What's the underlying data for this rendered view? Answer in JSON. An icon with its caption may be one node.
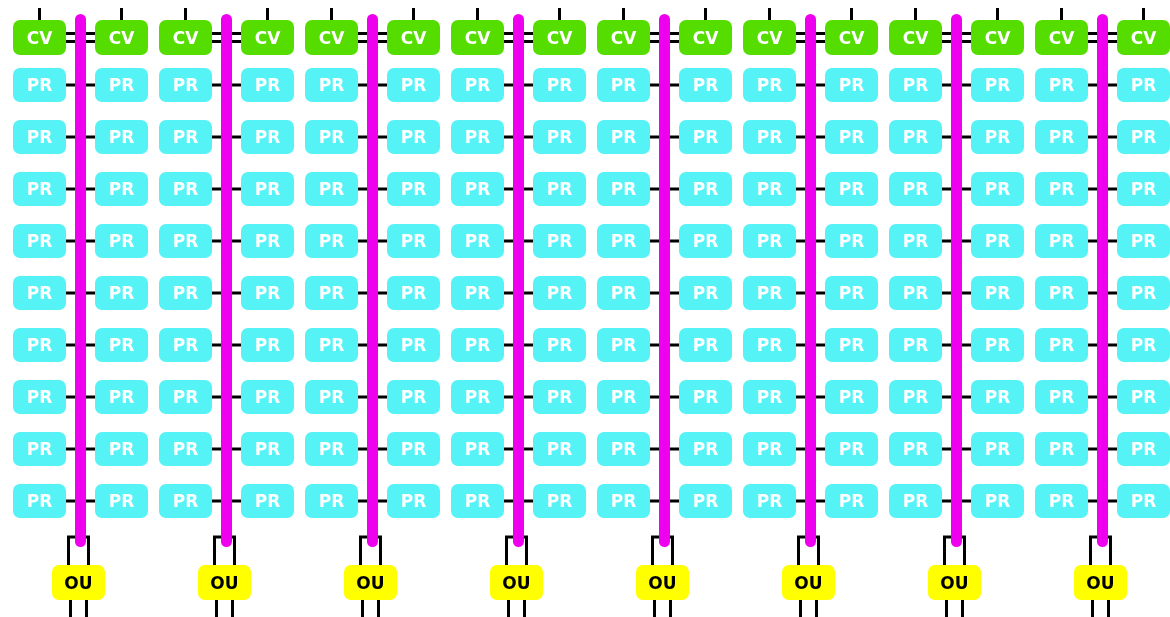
{
  "diagram": {
    "nodes": [
      {
        "text": [
          "CV"
        ]
      },
      {
        "text": [
          "CV"
        ]
      },
      {
        "text": [],
        "shape": "bar"
      },
      {
        "text": [
          "PR"
        ]
      },
      {
        "text": [
          "PR"
        ]
      },
      {
        "text": [
          "PR"
        ]
      },
      {
        "text": [
          "PR"
        ]
      },
      {
        "text": [
          "PR"
        ]
      },
      {
        "text": [
          "PR"
        ]
      },
      {
        "text": [
          "PR"
        ]
      },
      {
        "text": [
          "PR"
        ]
      },
      {
        "text": [
          "PR"
        ]
      },
      {
        "text": [
          "PR"
        ]
      },
      {
        "text": [
          "PR"
        ]
      },
      {
        "text": [
          "PR"
        ]
      },
      {
        "text": [
          "PR"
        ]
      },
      {
        "text": [
          "PR"
        ]
      },
      {
        "text": [
          "PR"
        ]
      },
      {
        "text": [
          "PR"
        ]
      },
      {
        "text": [
          "PR"
        ]
      },
      {
        "text": [
          "PR"
        ]
      },
      {
        "text": [
          "OU"
        ]
      },
      {
        "text": [
          "CV"
        ]
      },
      {
        "text": [
          "CV"
        ]
      },
      {
        "text": [],
        "shape": "bar"
      },
      {
        "text": [
          "PR"
        ]
      },
      {
        "text": [
          "PR"
        ]
      },
      {
        "text": [
          "PR"
        ]
      },
      {
        "text": [
          "PR"
        ]
      },
      {
        "text": [
          "PR"
        ]
      },
      {
        "text": [
          "PR"
        ]
      },
      {
        "text": [
          "PR"
        ]
      },
      {
        "text": [
          "PR"
        ]
      },
      {
        "text": [
          "PR"
        ]
      },
      {
        "text": [
          "PR"
        ]
      },
      {
        "text": [
          "PR"
        ]
      },
      {
        "text": [
          "PR"
        ]
      },
      {
        "text": [
          "PR"
        ]
      },
      {
        "text": [
          "PR"
        ]
      },
      {
        "text": [
          "PR"
        ]
      },
      {
        "text": [
          "PR"
        ]
      },
      {
        "text": [
          "PR"
        ]
      },
      {
        "text": [
          "PR"
        ]
      },
      {
        "text": [
          "OU"
        ]
      },
      {
        "text": [
          "CV"
        ]
      },
      {
        "text": [
          "CV"
        ]
      },
      {
        "text": [],
        "shape": "bar"
      },
      {
        "text": [
          "PR"
        ]
      },
      {
        "text": [
          "PR"
        ]
      },
      {
        "text": [
          "PR"
        ]
      },
      {
        "text": [
          "PR"
        ]
      },
      {
        "text": [
          "PR"
        ]
      },
      {
        "text": [
          "PR"
        ]
      },
      {
        "text": [
          "PR"
        ]
      },
      {
        "text": [
          "PR"
        ]
      },
      {
        "text": [
          "PR"
        ]
      },
      {
        "text": [
          "PR"
        ]
      },
      {
        "text": [
          "PR"
        ]
      },
      {
        "text": [
          "PR"
        ]
      },
      {
        "text": [
          "PR"
        ]
      },
      {
        "text": [
          "PR"
        ]
      },
      {
        "text": [
          "PR"
        ]
      },
      {
        "text": [
          "PR"
        ]
      },
      {
        "text": [
          "PR"
        ]
      },
      {
        "text": [
          "PR"
        ]
      },
      {
        "text": [
          "OU"
        ]
      },
      {
        "text": [
          "CV"
        ]
      },
      {
        "text": [
          "CV"
        ]
      },
      {
        "text": [],
        "shape": "bar"
      },
      {
        "text": [
          "PR"
        ]
      },
      {
        "text": [
          "PR"
        ]
      },
      {
        "text": [
          "PR"
        ]
      },
      {
        "text": [
          "PR"
        ]
      },
      {
        "text": [
          "PR"
        ]
      },
      {
        "text": [
          "PR"
        ]
      },
      {
        "text": [
          "PR"
        ]
      },
      {
        "text": [
          "PR"
        ]
      },
      {
        "text": [
          "PR"
        ]
      },
      {
        "text": [
          "PR"
        ]
      },
      {
        "text": [
          "PR"
        ]
      },
      {
        "text": [
          "PR"
        ]
      },
      {
        "text": [
          "PR"
        ]
      },
      {
        "text": [
          "PR"
        ]
      },
      {
        "text": [
          "PR"
        ]
      },
      {
        "text": [
          "PR"
        ]
      },
      {
        "text": [
          "PR"
        ]
      },
      {
        "text": [
          "PR"
        ]
      },
      {
        "text": [
          "OU"
        ]
      },
      {
        "text": [
          "CV"
        ]
      },
      {
        "text": [
          "CV"
        ]
      },
      {
        "text": [],
        "shape": "bar"
      },
      {
        "text": [
          "PR"
        ]
      },
      {
        "text": [
          "PR"
        ]
      },
      {
        "text": [
          "PR"
        ]
      },
      {
        "text": [
          "PR"
        ]
      },
      {
        "text": [
          "PR"
        ]
      },
      {
        "text": [
          "PR"
        ]
      },
      {
        "text": [
          "PR"
        ]
      },
      {
        "text": [
          "PR"
        ]
      },
      {
        "text": [
          "PR"
        ]
      },
      {
        "text": [
          "PR"
        ]
      },
      {
        "text": [
          "PR"
        ]
      },
      {
        "text": [
          "PR"
        ]
      },
      {
        "text": [
          "PR"
        ]
      },
      {
        "text": [
          "PR"
        ]
      },
      {
        "text": [
          "PR"
        ]
      },
      {
        "text": [
          "PR"
        ]
      },
      {
        "text": [
          "PR"
        ]
      },
      {
        "text": [
          "PR"
        ]
      },
      {
        "text": [
          "OU"
        ]
      },
      {
        "text": [
          "CV"
        ]
      },
      {
        "text": [
          "CV"
        ]
      },
      {
        "text": [],
        "shape": "bar"
      },
      {
        "text": [
          "PR"
        ]
      },
      {
        "text": [
          "PR"
        ]
      },
      {
        "text": [
          "PR"
        ]
      },
      {
        "text": [
          "PR"
        ]
      },
      {
        "text": [
          "PR"
        ]
      },
      {
        "text": [
          "PR"
        ]
      },
      {
        "text": [
          "PR"
        ]
      },
      {
        "text": [
          "PR"
        ]
      },
      {
        "text": [
          "PR"
        ]
      },
      {
        "text": [
          "PR"
        ]
      },
      {
        "text": [
          "PR"
        ]
      },
      {
        "text": [
          "PR"
        ]
      },
      {
        "text": [
          "PR"
        ]
      },
      {
        "text": [
          "PR"
        ]
      },
      {
        "text": [
          "PR"
        ]
      },
      {
        "text": [
          "PR"
        ]
      },
      {
        "text": [
          "PR"
        ]
      },
      {
        "text": [
          "PR"
        ]
      },
      {
        "text": [
          "OU"
        ]
      },
      {
        "text": [
          "CV"
        ]
      },
      {
        "text": [
          "CV"
        ]
      },
      {
        "text": [],
        "shape": "bar"
      },
      {
        "text": [
          "PR"
        ]
      },
      {
        "text": [
          "PR"
        ]
      },
      {
        "text": [
          "PR"
        ]
      },
      {
        "text": [
          "PR"
        ]
      },
      {
        "text": [
          "PR"
        ]
      },
      {
        "text": [
          "PR"
        ]
      },
      {
        "text": [
          "PR"
        ]
      },
      {
        "text": [
          "PR"
        ]
      },
      {
        "text": [
          "PR"
        ]
      },
      {
        "text": [
          "PR"
        ]
      },
      {
        "text": [
          "PR"
        ]
      },
      {
        "text": [
          "PR"
        ]
      },
      {
        "text": [
          "PR"
        ]
      },
      {
        "text": [
          "PR"
        ]
      },
      {
        "text": [
          "PR"
        ]
      },
      {
        "text": [
          "PR"
        ]
      },
      {
        "text": [
          "PR"
        ]
      },
      {
        "text": [
          "PR"
        ]
      },
      {
        "text": [
          "OU"
        ]
      },
      {
        "text": [
          "CV"
        ]
      },
      {
        "text": [
          "CV"
        ]
      },
      {
        "text": [],
        "shape": "bar"
      },
      {
        "text": [
          "PR"
        ]
      },
      {
        "text": [
          "PR"
        ]
      },
      {
        "text": [
          "PR"
        ]
      },
      {
        "text": [
          "PR"
        ]
      },
      {
        "text": [
          "PR"
        ]
      },
      {
        "text": [
          "PR"
        ]
      },
      {
        "text": [
          "PR"
        ]
      },
      {
        "text": [
          "PR"
        ]
      },
      {
        "text": [
          "PR"
        ]
      },
      {
        "text": [
          "PR"
        ]
      },
      {
        "text": [
          "PR"
        ]
      },
      {
        "text": [
          "PR"
        ]
      },
      {
        "text": [
          "PR"
        ]
      },
      {
        "text": [
          "PR"
        ]
      },
      {
        "text": [
          "PR"
        ]
      },
      {
        "text": [
          "PR"
        ]
      },
      {
        "text": [
          "PR"
        ]
      },
      {
        "text": [
          "PR"
        ]
      },
      {
        "text": [
          "OU"
        ]
      }
    ],
    "edges": [
      {
        "from": null,
        "to": 0,
        "arrow": "none"
      },
      {
        "from": null,
        "to": 1,
        "arrow": "none"
      },
      {
        "from": 0,
        "to": 2,
        "arrow": "none"
      },
      {
        "from": 0,
        "to": 2,
        "arrow": "none"
      },
      {
        "from": 1,
        "to": 2,
        "arrow": "none"
      },
      {
        "from": 1,
        "to": 2,
        "arrow": "none"
      },
      {
        "from": 3,
        "to": 2,
        "arrow": "none"
      },
      {
        "from": 4,
        "to": 2,
        "arrow": "none"
      },
      {
        "from": 5,
        "to": 2,
        "arrow": "none"
      },
      {
        "from": 6,
        "to": 2,
        "arrow": "none"
      },
      {
        "from": 7,
        "to": 2,
        "arrow": "none"
      },
      {
        "from": 8,
        "to": 2,
        "arrow": "none"
      },
      {
        "from": 9,
        "to": 2,
        "arrow": "none"
      },
      {
        "from": 10,
        "to": 2,
        "arrow": "none"
      },
      {
        "from": 11,
        "to": 2,
        "arrow": "none"
      },
      {
        "from": 12,
        "to": 2,
        "arrow": "none"
      },
      {
        "from": 13,
        "to": 2,
        "arrow": "none"
      },
      {
        "from": 14,
        "to": 2,
        "arrow": "none"
      },
      {
        "from": 15,
        "to": 2,
        "arrow": "none"
      },
      {
        "from": 16,
        "to": 2,
        "arrow": "none"
      },
      {
        "from": 17,
        "to": 2,
        "arrow": "none"
      },
      {
        "from": 18,
        "to": 2,
        "arrow": "none"
      },
      {
        "from": 19,
        "to": 2,
        "arrow": "none"
      },
      {
        "from": 20,
        "to": 2,
        "arrow": "none"
      },
      {
        "from": 2,
        "to": 21,
        "arrow": "none"
      },
      {
        "from": 2,
        "to": 21,
        "arrow": "none"
      },
      {
        "from": 21,
        "to": null,
        "arrow": "none"
      },
      {
        "from": 21,
        "to": null,
        "arrow": "none"
      },
      {
        "from": null,
        "to": 22,
        "arrow": "none"
      },
      {
        "from": null,
        "to": 23,
        "arrow": "none"
      },
      {
        "from": 22,
        "to": 24,
        "arrow": "none"
      },
      {
        "from": 22,
        "to": 24,
        "arrow": "none"
      },
      {
        "from": 23,
        "to": 24,
        "arrow": "none"
      },
      {
        "from": 23,
        "to": 24,
        "arrow": "none"
      },
      {
        "from": 25,
        "to": 24,
        "arrow": "none"
      },
      {
        "from": 26,
        "to": 24,
        "arrow": "none"
      },
      {
        "from": 27,
        "to": 24,
        "arrow": "none"
      },
      {
        "from": 28,
        "to": 24,
        "arrow": "none"
      },
      {
        "from": 29,
        "to": 24,
        "arrow": "none"
      },
      {
        "from": 30,
        "to": 24,
        "arrow": "none"
      },
      {
        "from": 31,
        "to": 24,
        "arrow": "none"
      },
      {
        "from": 32,
        "to": 24,
        "arrow": "none"
      },
      {
        "from": 33,
        "to": 24,
        "arrow": "none"
      },
      {
        "from": 34,
        "to": 24,
        "arrow": "none"
      },
      {
        "from": 35,
        "to": 24,
        "arrow": "none"
      },
      {
        "from": 36,
        "to": 24,
        "arrow": "none"
      },
      {
        "from": 37,
        "to": 24,
        "arrow": "none"
      },
      {
        "from": 38,
        "to": 24,
        "arrow": "none"
      },
      {
        "from": 39,
        "to": 24,
        "arrow": "none"
      },
      {
        "from": 40,
        "to": 24,
        "arrow": "none"
      },
      {
        "from": 41,
        "to": 24,
        "arrow": "none"
      },
      {
        "from": 42,
        "to": 24,
        "arrow": "none"
      },
      {
        "from": 24,
        "to": 43,
        "arrow": "none"
      },
      {
        "from": 24,
        "to": 43,
        "arrow": "none"
      },
      {
        "from": 43,
        "to": null,
        "arrow": "none"
      },
      {
        "from": 43,
        "to": null,
        "arrow": "none"
      },
      {
        "from": null,
        "to": 44,
        "arrow": "none"
      },
      {
        "from": null,
        "to": 45,
        "arrow": "none"
      },
      {
        "from": 44,
        "to": 46,
        "arrow": "none"
      },
      {
        "from": 44,
        "to": 46,
        "arrow": "none"
      },
      {
        "from": 45,
        "to": 46,
        "arrow": "none"
      },
      {
        "from": 45,
        "to": 46,
        "arrow": "none"
      },
      {
        "from": 47,
        "to": 46,
        "arrow": "none"
      },
      {
        "from": 48,
        "to": 46,
        "arrow": "none"
      },
      {
        "from": 49,
        "to": 46,
        "arrow": "none"
      },
      {
        "from": 50,
        "to": 46,
        "arrow": "none"
      },
      {
        "from": 51,
        "to": 46,
        "arrow": "none"
      },
      {
        "from": 52,
        "to": 46,
        "arrow": "none"
      },
      {
        "from": 53,
        "to": 46,
        "arrow": "none"
      },
      {
        "from": 54,
        "to": 46,
        "arrow": "none"
      },
      {
        "from": 55,
        "to": 46,
        "arrow": "none"
      },
      {
        "from": 56,
        "to": 46,
        "arrow": "none"
      },
      {
        "from": 57,
        "to": 46,
        "arrow": "none"
      },
      {
        "from": 58,
        "to": 46,
        "arrow": "none"
      },
      {
        "from": 59,
        "to": 46,
        "arrow": "none"
      },
      {
        "from": 60,
        "to": 46,
        "arrow": "none"
      },
      {
        "from": 61,
        "to": 46,
        "arrow": "none"
      },
      {
        "from": 62,
        "to": 46,
        "arrow": "none"
      },
      {
        "from": 63,
        "to": 46,
        "arrow": "none"
      },
      {
        "from": 64,
        "to": 46,
        "arrow": "none"
      },
      {
        "from": 46,
        "to": 65,
        "arrow": "none"
      },
      {
        "from": 46,
        "to": 65,
        "arrow": "none"
      },
      {
        "from": 65,
        "to": null,
        "arrow": "none"
      },
      {
        "from": 65,
        "to": null,
        "arrow": "none"
      },
      {
        "from": null,
        "to": 66,
        "arrow": "none"
      },
      {
        "from": null,
        "to": 67,
        "arrow": "none"
      },
      {
        "from": 66,
        "to": 68,
        "arrow": "none"
      },
      {
        "from": 66,
        "to": 68,
        "arrow": "none"
      },
      {
        "from": 67,
        "to": 68,
        "arrow": "none"
      },
      {
        "from": 67,
        "to": 68,
        "arrow": "none"
      },
      {
        "from": 69,
        "to": 68,
        "arrow": "none"
      },
      {
        "from": 70,
        "to": 68,
        "arrow": "none"
      },
      {
        "from": 71,
        "to": 68,
        "arrow": "none"
      },
      {
        "from": 72,
        "to": 68,
        "arrow": "none"
      },
      {
        "from": 73,
        "to": 68,
        "arrow": "none"
      },
      {
        "from": 74,
        "to": 68,
        "arrow": "none"
      },
      {
        "from": 75,
        "to": 68,
        "arrow": "none"
      },
      {
        "from": 76,
        "to": 68,
        "arrow": "none"
      },
      {
        "from": 77,
        "to": 68,
        "arrow": "none"
      },
      {
        "from": 78,
        "to": 68,
        "arrow": "none"
      },
      {
        "from": 79,
        "to": 68,
        "arrow": "none"
      },
      {
        "from": 80,
        "to": 68,
        "arrow": "none"
      },
      {
        "from": 81,
        "to": 68,
        "arrow": "none"
      },
      {
        "from": 82,
        "to": 68,
        "arrow": "none"
      },
      {
        "from": 83,
        "to": 68,
        "arrow": "none"
      },
      {
        "from": 84,
        "to": 68,
        "arrow": "none"
      },
      {
        "from": 85,
        "to": 68,
        "arrow": "none"
      },
      {
        "from": 86,
        "to": 68,
        "arrow": "none"
      },
      {
        "from": 68,
        "to": 87,
        "arrow": "none"
      },
      {
        "from": 68,
        "to": 87,
        "arrow": "none"
      },
      {
        "from": 87,
        "to": null,
        "arrow": "none"
      },
      {
        "from": 87,
        "to": null,
        "arrow": "none"
      },
      {
        "from": null,
        "to": 88,
        "arrow": "none"
      },
      {
        "from": null,
        "to": 89,
        "arrow": "none"
      },
      {
        "from": 88,
        "to": 90,
        "arrow": "none"
      },
      {
        "from": 88,
        "to": 90,
        "arrow": "none"
      },
      {
        "from": 89,
        "to": 90,
        "arrow": "none"
      },
      {
        "from": 89,
        "to": 90,
        "arrow": "none"
      },
      {
        "from": 91,
        "to": 90,
        "arrow": "none"
      },
      {
        "from": 92,
        "to": 90,
        "arrow": "none"
      },
      {
        "from": 93,
        "to": 90,
        "arrow": "none"
      },
      {
        "from": 94,
        "to": 90,
        "arrow": "none"
      },
      {
        "from": 95,
        "to": 90,
        "arrow": "none"
      },
      {
        "from": 96,
        "to": 90,
        "arrow": "none"
      },
      {
        "from": 97,
        "to": 90,
        "arrow": "none"
      },
      {
        "from": 98,
        "to": 90,
        "arrow": "none"
      },
      {
        "from": 99,
        "to": 90,
        "arrow": "none"
      },
      {
        "from": 100,
        "to": 90,
        "arrow": "none"
      },
      {
        "from": 101,
        "to": 90,
        "arrow": "none"
      },
      {
        "from": 102,
        "to": 90,
        "arrow": "none"
      },
      {
        "from": 103,
        "to": 90,
        "arrow": "none"
      },
      {
        "from": 104,
        "to": 90,
        "arrow": "none"
      },
      {
        "from": 105,
        "to": 90,
        "arrow": "none"
      },
      {
        "from": 106,
        "to": 90,
        "arrow": "none"
      },
      {
        "from": 107,
        "to": 90,
        "arrow": "none"
      },
      {
        "from": 108,
        "to": 90,
        "arrow": "none"
      },
      {
        "from": 90,
        "to": 109,
        "arrow": "none"
      },
      {
        "from": 90,
        "to": 109,
        "arrow": "none"
      },
      {
        "from": 109,
        "to": null,
        "arrow": "none"
      },
      {
        "from": 109,
        "to": null,
        "arrow": "none"
      },
      {
        "from": null,
        "to": 110,
        "arrow": "none"
      },
      {
        "from": null,
        "to": 111,
        "arrow": "none"
      },
      {
        "from": 110,
        "to": 112,
        "arrow": "none"
      },
      {
        "from": 110,
        "to": 112,
        "arrow": "none"
      },
      {
        "from": 111,
        "to": 112,
        "arrow": "none"
      },
      {
        "from": 111,
        "to": 112,
        "arrow": "none"
      },
      {
        "from": 113,
        "to": 112,
        "arrow": "none"
      },
      {
        "from": 114,
        "to": 112,
        "arrow": "none"
      },
      {
        "from": 115,
        "to": 112,
        "arrow": "none"
      },
      {
        "from": 116,
        "to": 112,
        "arrow": "none"
      },
      {
        "from": 117,
        "to": 112,
        "arrow": "none"
      },
      {
        "from": 118,
        "to": 112,
        "arrow": "none"
      },
      {
        "from": 119,
        "to": 112,
        "arrow": "none"
      },
      {
        "from": 120,
        "to": 112,
        "arrow": "none"
      },
      {
        "from": 121,
        "to": 112,
        "arrow": "none"
      },
      {
        "from": 122,
        "to": 112,
        "arrow": "none"
      },
      {
        "from": 123,
        "to": 112,
        "arrow": "none"
      },
      {
        "from": 124,
        "to": 112,
        "arrow": "none"
      },
      {
        "from": 125,
        "to": 112,
        "arrow": "none"
      },
      {
        "from": 126,
        "to": 112,
        "arrow": "none"
      },
      {
        "from": 127,
        "to": 112,
        "arrow": "none"
      },
      {
        "from": 128,
        "to": 112,
        "arrow": "none"
      },
      {
        "from": 129,
        "to": 112,
        "arrow": "none"
      },
      {
        "from": 130,
        "to": 112,
        "arrow": "none"
      },
      {
        "from": 112,
        "to": 131,
        "arrow": "none"
      },
      {
        "from": 112,
        "to": 131,
        "arrow": "none"
      },
      {
        "from": 131,
        "to": null,
        "arrow": "none"
      },
      {
        "from": 131,
        "to": null,
        "arrow": "none"
      },
      {
        "from": null,
        "to": 132,
        "arrow": "none"
      },
      {
        "from": null,
        "to": 133,
        "arrow": "none"
      },
      {
        "from": 132,
        "to": 134,
        "arrow": "none"
      },
      {
        "from": 132,
        "to": 134,
        "arrow": "none"
      },
      {
        "from": 133,
        "to": 134,
        "arrow": "none"
      },
      {
        "from": 133,
        "to": 134,
        "arrow": "none"
      },
      {
        "from": 135,
        "to": 134,
        "arrow": "none"
      },
      {
        "from": 136,
        "to": 134,
        "arrow": "none"
      },
      {
        "from": 137,
        "to": 134,
        "arrow": "none"
      },
      {
        "from": 138,
        "to": 134,
        "arrow": "none"
      },
      {
        "from": 139,
        "to": 134,
        "arrow": "none"
      },
      {
        "from": 140,
        "to": 134,
        "arrow": "none"
      },
      {
        "from": 141,
        "to": 134,
        "arrow": "none"
      },
      {
        "from": 142,
        "to": 134,
        "arrow": "none"
      },
      {
        "from": 143,
        "to": 134,
        "arrow": "none"
      },
      {
        "from": 144,
        "to": 134,
        "arrow": "none"
      },
      {
        "from": 145,
        "to": 134,
        "arrow": "none"
      },
      {
        "from": 146,
        "to": 134,
        "arrow": "none"
      },
      {
        "from": 147,
        "to": 134,
        "arrow": "none"
      },
      {
        "from": 148,
        "to": 134,
        "arrow": "none"
      },
      {
        "from": 149,
        "to": 134,
        "arrow": "none"
      },
      {
        "from": 150,
        "to": 134,
        "arrow": "none"
      },
      {
        "from": 151,
        "to": 134,
        "arrow": "none"
      },
      {
        "from": 152,
        "to": 134,
        "arrow": "none"
      },
      {
        "from": 134,
        "to": 153,
        "arrow": "none"
      },
      {
        "from": 134,
        "to": 153,
        "arrow": "none"
      },
      {
        "from": 153,
        "to": null,
        "arrow": "none"
      },
      {
        "from": 153,
        "to": null,
        "arrow": "none"
      },
      {
        "from": null,
        "to": 154,
        "arrow": "none"
      },
      {
        "from": null,
        "to": 155,
        "arrow": "none"
      },
      {
        "from": 154,
        "to": 156,
        "arrow": "none"
      },
      {
        "from": 154,
        "to": 156,
        "arrow": "none"
      },
      {
        "from": 155,
        "to": 156,
        "arrow": "none"
      },
      {
        "from": 155,
        "to": 156,
        "arrow": "none"
      },
      {
        "from": 157,
        "to": 156,
        "arrow": "none"
      },
      {
        "from": 158,
        "to": 156,
        "arrow": "none"
      },
      {
        "from": 159,
        "to": 156,
        "arrow": "none"
      },
      {
        "from": 160,
        "to": 156,
        "arrow": "none"
      },
      {
        "from": 161,
        "to": 156,
        "arrow": "none"
      },
      {
        "from": 162,
        "to": 156,
        "arrow": "none"
      },
      {
        "from": 163,
        "to": 156,
        "arrow": "none"
      },
      {
        "from": 164,
        "to": 156,
        "arrow": "none"
      },
      {
        "from": 165,
        "to": 156,
        "arrow": "none"
      },
      {
        "from": 166,
        "to": 156,
        "arrow": "none"
      },
      {
        "from": 167,
        "to": 156,
        "arrow": "none"
      },
      {
        "from": 168,
        "to": 156,
        "arrow": "none"
      },
      {
        "from": 169,
        "to": 156,
        "arrow": "none"
      },
      {
        "from": 170,
        "to": 156,
        "arrow": "none"
      },
      {
        "from": 171,
        "to": 156,
        "arrow": "none"
      },
      {
        "from": 172,
        "to": 156,
        "arrow": "none"
      },
      {
        "from": 173,
        "to": 156,
        "arrow": "none"
      },
      {
        "from": 174,
        "to": 156,
        "arrow": "none"
      },
      {
        "from": 156,
        "to": 175,
        "arrow": "none"
      },
      {
        "from": 156,
        "to": 175,
        "arrow": "none"
      },
      {
        "from": 175,
        "to": null,
        "arrow": "none"
      },
      {
        "from": 175,
        "to": null,
        "arrow": "none"
      }
    ]
  }
}
